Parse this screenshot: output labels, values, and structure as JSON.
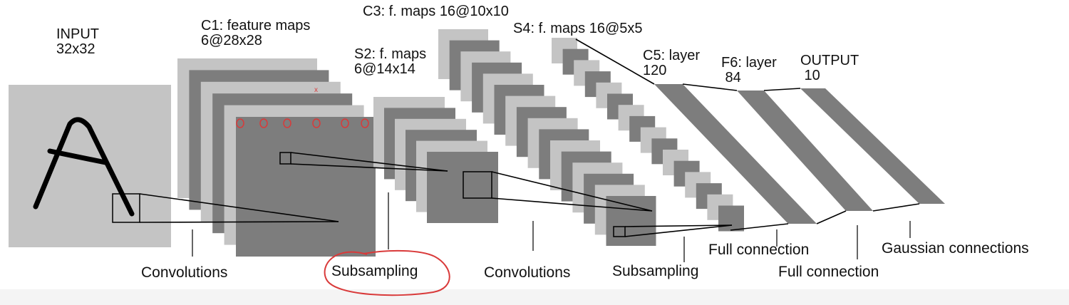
{
  "colors": {
    "light_map": "#c4c4c4",
    "dark_map": "#7d7d7d",
    "line": "#000000",
    "annotation": "#d93a3a",
    "text": "#111111"
  },
  "diagram": {
    "layers": {
      "input": "INPUT\n32x32",
      "c1": "C1: feature maps\n6@28x28",
      "s2": "S2: f. maps\n6@14x14",
      "c3": "C3: f. maps 16@10x10",
      "s4": "S4: f. maps 16@5x5",
      "c5": "C5: layer\n120",
      "f6": "F6: layer\n 84",
      "output": "OUTPUT\n 10"
    },
    "operations": {
      "convolutions_1": "Convolutions",
      "subsampling_1": "Subsampling",
      "convolutions_2": "Convolutions",
      "subsampling_2": "Subsampling",
      "full_connection_1": "Full connection",
      "full_connection_2": "Full connection",
      "gaussian": "Gaussian connections"
    },
    "input_glyph": "A",
    "annotations": {
      "circled_operation": "Subsampling"
    }
  }
}
